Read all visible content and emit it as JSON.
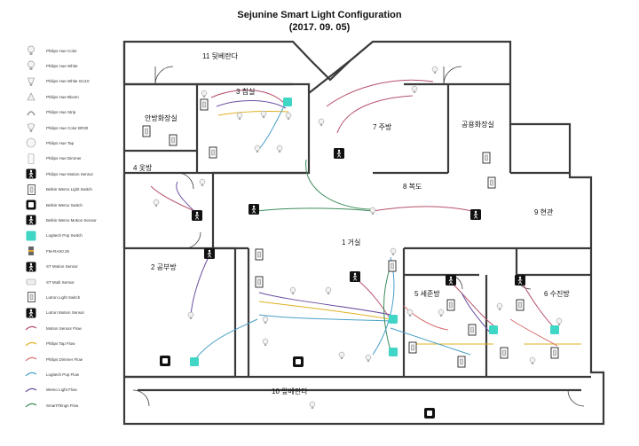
{
  "title": {
    "line1": "Sejunine Smart Light Configuration",
    "line2": "(2017. 09. 05)"
  },
  "legend": [
    {
      "label": "Philips Hue Color",
      "icon": "bulb-icon"
    },
    {
      "label": "Philips Hue White",
      "icon": "bulb-icon"
    },
    {
      "label": "Philips Hue White GU10",
      "icon": "spot-bulb-icon"
    },
    {
      "label": "Philips Hue Bloom",
      "icon": "bloom-lamp-icon"
    },
    {
      "label": "Philips Hue Strip",
      "icon": "light-strip-icon"
    },
    {
      "label": "Philips Hue Color BR30",
      "icon": "br30-bulb-icon"
    },
    {
      "label": "Philips Hue Tap",
      "icon": "tap-switch-icon"
    },
    {
      "label": "Philips Hue Dimmer",
      "icon": "dimmer-switch-icon"
    },
    {
      "label": "Philips Hue Motion Sensor",
      "icon": "motion-sensor-icon"
    },
    {
      "label": "Belkin Wemo Light Switch",
      "icon": "light-switch-icon"
    },
    {
      "label": "Belkin Wemo Switch",
      "icon": "plug-switch-icon"
    },
    {
      "label": "Belkin Wemo Motion Sensor",
      "icon": "motion-sensor-icon"
    },
    {
      "label": "Logitech Pop Switch",
      "icon": "pop-switch-icon"
    },
    {
      "label": "FM-RAS0.25",
      "icon": "module-icon"
    },
    {
      "label": "ST Motion Sensor",
      "icon": "motion-sensor-icon"
    },
    {
      "label": "ST Multi Sensor",
      "icon": "multi-sensor-icon"
    },
    {
      "label": "Lutron Light Switch",
      "icon": "light-switch-icon"
    },
    {
      "label": "Lutron Motion Sensor",
      "icon": "motion-sensor-icon"
    },
    {
      "label": "Motion Sensor Flow",
      "icon": "flow-line-icon",
      "color": "#b5506a"
    },
    {
      "label": "Philips Tap Flow",
      "icon": "flow-line-icon",
      "color": "#e0b020"
    },
    {
      "label": "Philips Dimmer Flow",
      "icon": "flow-line-icon",
      "color": "#d87070"
    },
    {
      "label": "Logitech Pop Flow",
      "icon": "flow-line-icon",
      "color": "#4aa0c8"
    },
    {
      "label": "Wemo Light Flow",
      "icon": "flow-line-icon",
      "color": "#6a4fa0"
    },
    {
      "label": "SmartThings Flow",
      "icon": "flow-line-icon",
      "color": "#3c8c5a"
    }
  ],
  "rooms": [
    {
      "name": "11 뒷베란다"
    },
    {
      "name": "3 침실"
    },
    {
      "name": "안방화장실"
    },
    {
      "name": "7 주방"
    },
    {
      "name": "공용화장실"
    },
    {
      "name": "4 옷방"
    },
    {
      "name": "8 복도"
    },
    {
      "name": "9 현관"
    },
    {
      "name": "1 거실"
    },
    {
      "name": "2 공부방"
    },
    {
      "name": "5 세준방"
    },
    {
      "name": "6 수진방"
    },
    {
      "name": "10 앞베란다"
    }
  ],
  "colors": {
    "wall": "#3a3a3a",
    "motion_flow": "#b5506a",
    "tap_flow": "#e0b020",
    "dimmer_flow": "#d87070",
    "pop_flow": "#4aa0c8",
    "wemo_flow": "#6a4fa0",
    "smartthings_flow": "#3c8c5a",
    "pop_switch": "#3fd6c6"
  }
}
